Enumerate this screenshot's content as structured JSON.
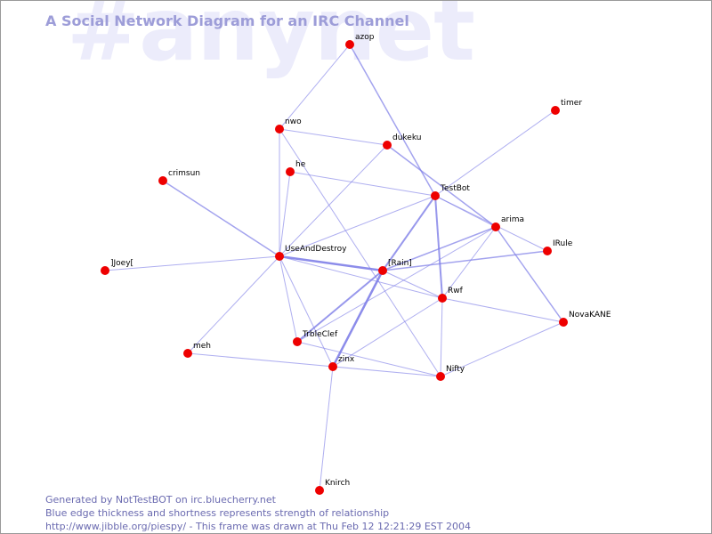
{
  "watermark": "#anynet",
  "title": "A Social Network Diagram for an IRC Channel",
  "footer": {
    "line1": "Generated by NotTestBOT on irc.bluecherry.net",
    "line2": "Blue edge thickness and shortness represents strength of relationship",
    "line3": "http://www.jibble.org/piespy/ - This frame was drawn at Thu Feb 12 12:21:29 EST 2004"
  },
  "colors": {
    "node": "#ee0000",
    "edge": "#8080e8",
    "title": "#9d9dd8",
    "watermark": "#ececfb",
    "footer": "#6a6ab0"
  },
  "nodes": [
    {
      "id": "azop",
      "label": "azop"
    },
    {
      "id": "timer",
      "label": "timer"
    },
    {
      "id": "nwo",
      "label": "nwo"
    },
    {
      "id": "dukeku",
      "label": "dukeku"
    },
    {
      "id": "crimsun",
      "label": "crimsun"
    },
    {
      "id": "he",
      "label": "he"
    },
    {
      "id": "TestBot",
      "label": "TestBot"
    },
    {
      "id": "arima",
      "label": "arima"
    },
    {
      "id": "IRule",
      "label": "IRule"
    },
    {
      "id": "Joey",
      "label": "]Joey["
    },
    {
      "id": "UseAndDestroy",
      "label": "UseAndDestroy"
    },
    {
      "id": "Rain",
      "label": "[Rain]"
    },
    {
      "id": "Rwf",
      "label": "Rwf"
    },
    {
      "id": "NovaKANE",
      "label": "NovaKANE"
    },
    {
      "id": "TrbleClef",
      "label": "TrbleClef"
    },
    {
      "id": "meh",
      "label": "meh"
    },
    {
      "id": "zinx",
      "label": "zinx"
    },
    {
      "id": "Nifty",
      "label": "Nifty"
    },
    {
      "id": "Knirch",
      "label": "Knirch"
    }
  ],
  "edges": [
    {
      "source": "azop",
      "target": "nwo",
      "strength": 1
    },
    {
      "source": "azop",
      "target": "TestBot",
      "strength": 1.5
    },
    {
      "source": "nwo",
      "target": "dukeku",
      "strength": 1
    },
    {
      "source": "nwo",
      "target": "UseAndDestroy",
      "strength": 1
    },
    {
      "source": "nwo",
      "target": "Nifty",
      "strength": 1
    },
    {
      "source": "dukeku",
      "target": "UseAndDestroy",
      "strength": 1
    },
    {
      "source": "dukeku",
      "target": "arima",
      "strength": 1.5
    },
    {
      "source": "timer",
      "target": "TestBot",
      "strength": 1
    },
    {
      "source": "crimsun",
      "target": "UseAndDestroy",
      "strength": 1.5
    },
    {
      "source": "he",
      "target": "TestBot",
      "strength": 1
    },
    {
      "source": "he",
      "target": "UseAndDestroy",
      "strength": 1
    },
    {
      "source": "TestBot",
      "target": "UseAndDestroy",
      "strength": 1
    },
    {
      "source": "TestBot",
      "target": "Rain",
      "strength": 2
    },
    {
      "source": "TestBot",
      "target": "Rwf",
      "strength": 2
    },
    {
      "source": "TestBot",
      "target": "arima",
      "strength": 1
    },
    {
      "source": "TestBot",
      "target": "IRule",
      "strength": 1
    },
    {
      "source": "arima",
      "target": "Rain",
      "strength": 1.5
    },
    {
      "source": "arima",
      "target": "Rwf",
      "strength": 1
    },
    {
      "source": "arima",
      "target": "NovaKANE",
      "strength": 1.5
    },
    {
      "source": "arima",
      "target": "TrbleClef",
      "strength": 1
    },
    {
      "source": "IRule",
      "target": "Rain",
      "strength": 1.5
    },
    {
      "source": "Joey",
      "target": "UseAndDestroy",
      "strength": 1
    },
    {
      "source": "UseAndDestroy",
      "target": "Rain",
      "strength": 2.5
    },
    {
      "source": "UseAndDestroy",
      "target": "Rwf",
      "strength": 1
    },
    {
      "source": "UseAndDestroy",
      "target": "TrbleClef",
      "strength": 1
    },
    {
      "source": "UseAndDestroy",
      "target": "meh",
      "strength": 1
    },
    {
      "source": "UseAndDestroy",
      "target": "zinx",
      "strength": 1
    },
    {
      "source": "Rain",
      "target": "Rwf",
      "strength": 1
    },
    {
      "source": "Rain",
      "target": "TrbleClef",
      "strength": 2
    },
    {
      "source": "Rain",
      "target": "zinx",
      "strength": 2.5
    },
    {
      "source": "Rwf",
      "target": "NovaKANE",
      "strength": 1
    },
    {
      "source": "Rwf",
      "target": "Nifty",
      "strength": 1
    },
    {
      "source": "Rwf",
      "target": "zinx",
      "strength": 1
    },
    {
      "source": "NovaKANE",
      "target": "Nifty",
      "strength": 1
    },
    {
      "source": "TrbleClef",
      "target": "Nifty",
      "strength": 1
    },
    {
      "source": "meh",
      "target": "Nifty",
      "strength": 1
    },
    {
      "source": "zinx",
      "target": "Knirch",
      "strength": 1
    }
  ]
}
